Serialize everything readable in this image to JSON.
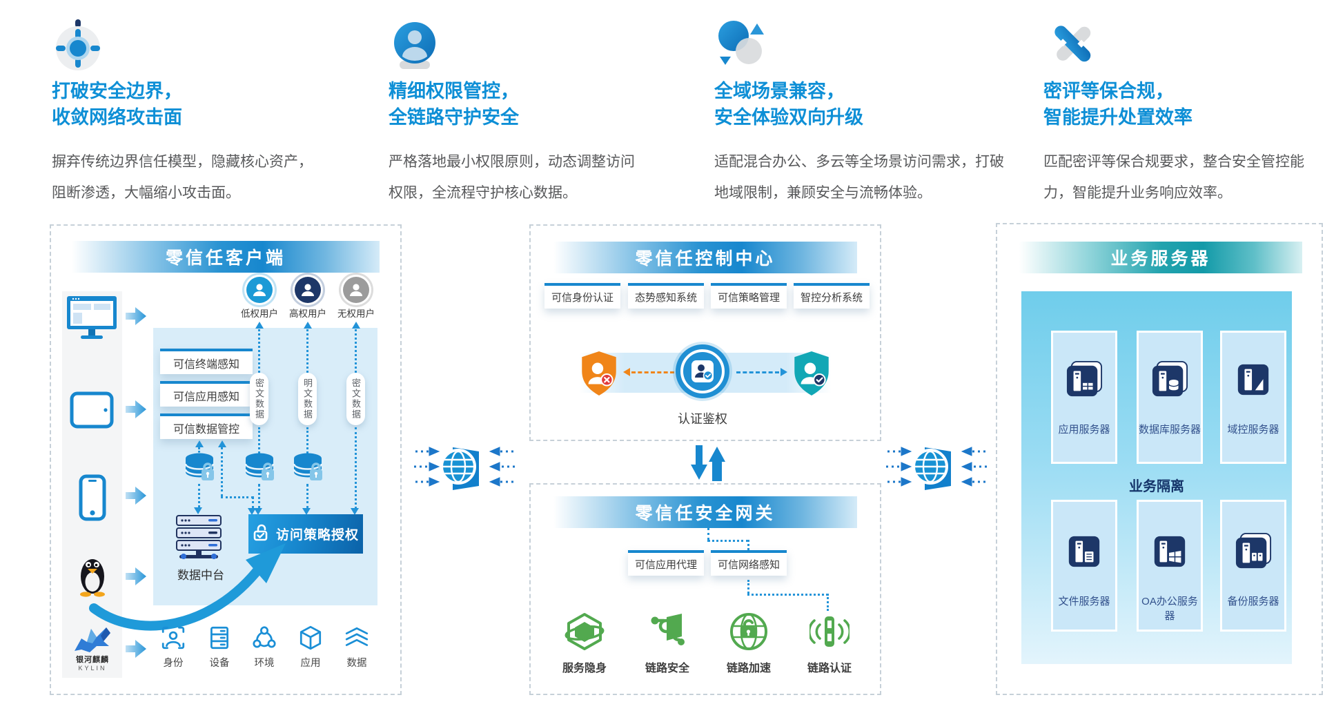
{
  "features": [
    {
      "icon": "crosshair-icon",
      "title_line1": "打破安全边界，",
      "title_line2": "收敛网络攻击面",
      "body": "摒弃传统边界信任模型，隐藏核心资产，阻断渗透，大幅缩小攻击面。"
    },
    {
      "icon": "user-circle-icon",
      "title_line1": "精细权限管控，",
      "title_line2": "全链路守护安全",
      "body": "严格落地最小权限原则，动态调整访问权限，全流程守护核心数据。"
    },
    {
      "icon": "scene-circles-icon",
      "title_line1": "全域场景兼容，",
      "title_line2": "安全体验双向升级",
      "body": "适配混合办公、多云等全场景访问需求，打破地域限制，兼顾安全与流畅体验。"
    },
    {
      "icon": "capsule-cross-icon",
      "title_line1": "密评等保合规，",
      "title_line2": "智能提升处置效率",
      "body": "匹配密评等保合规要求，整合安全管控能力，智能提升业务响应效率。"
    }
  ],
  "client_panel": {
    "title": "零信任客户端",
    "users": [
      "低权用户",
      "高权用户",
      "无权用户"
    ],
    "modules": [
      "可信终端感知",
      "可信应用感知",
      "可信数据管控"
    ],
    "pills": [
      "密文数据",
      "明文数据",
      "密文数据"
    ],
    "data_center_label": "数据中台",
    "policy_label": "访问策略授权",
    "kylin_name": "银河麒麟",
    "kylin_sub": "KYLIN",
    "factors": [
      "身份",
      "设备",
      "环境",
      "应用",
      "数据"
    ]
  },
  "control_panel": {
    "title": "零信任控制中心",
    "modules": [
      "可信身份认证",
      "态势感知系统",
      "可信策略管理",
      "智控分析系统"
    ],
    "auth_label": "认证鉴权"
  },
  "gateway_panel": {
    "title": "零信任安全网关",
    "modules": [
      "可信应用代理",
      "可信网络感知"
    ],
    "capabilities": [
      "服务隐身",
      "链路安全",
      "链路加速",
      "链路认证"
    ]
  },
  "server_panel": {
    "title": "业务服务器",
    "servers_row1": [
      "应用服务器",
      "数据库服务器",
      "域控服务器"
    ],
    "isolation_label": "业务隔离",
    "servers_row2": [
      "文件服务器",
      "OA办公服务器",
      "备份服务器"
    ]
  },
  "colors": {
    "primary_blue": "#1787ce",
    "heading_blue": "#0e8fd6",
    "navy": "#1d3768",
    "green": "#52a94f",
    "orange_shield": "#f08519",
    "teal_shield": "#12a7b5",
    "banner_teal": "#139aa8",
    "body_text": "#58595b"
  }
}
